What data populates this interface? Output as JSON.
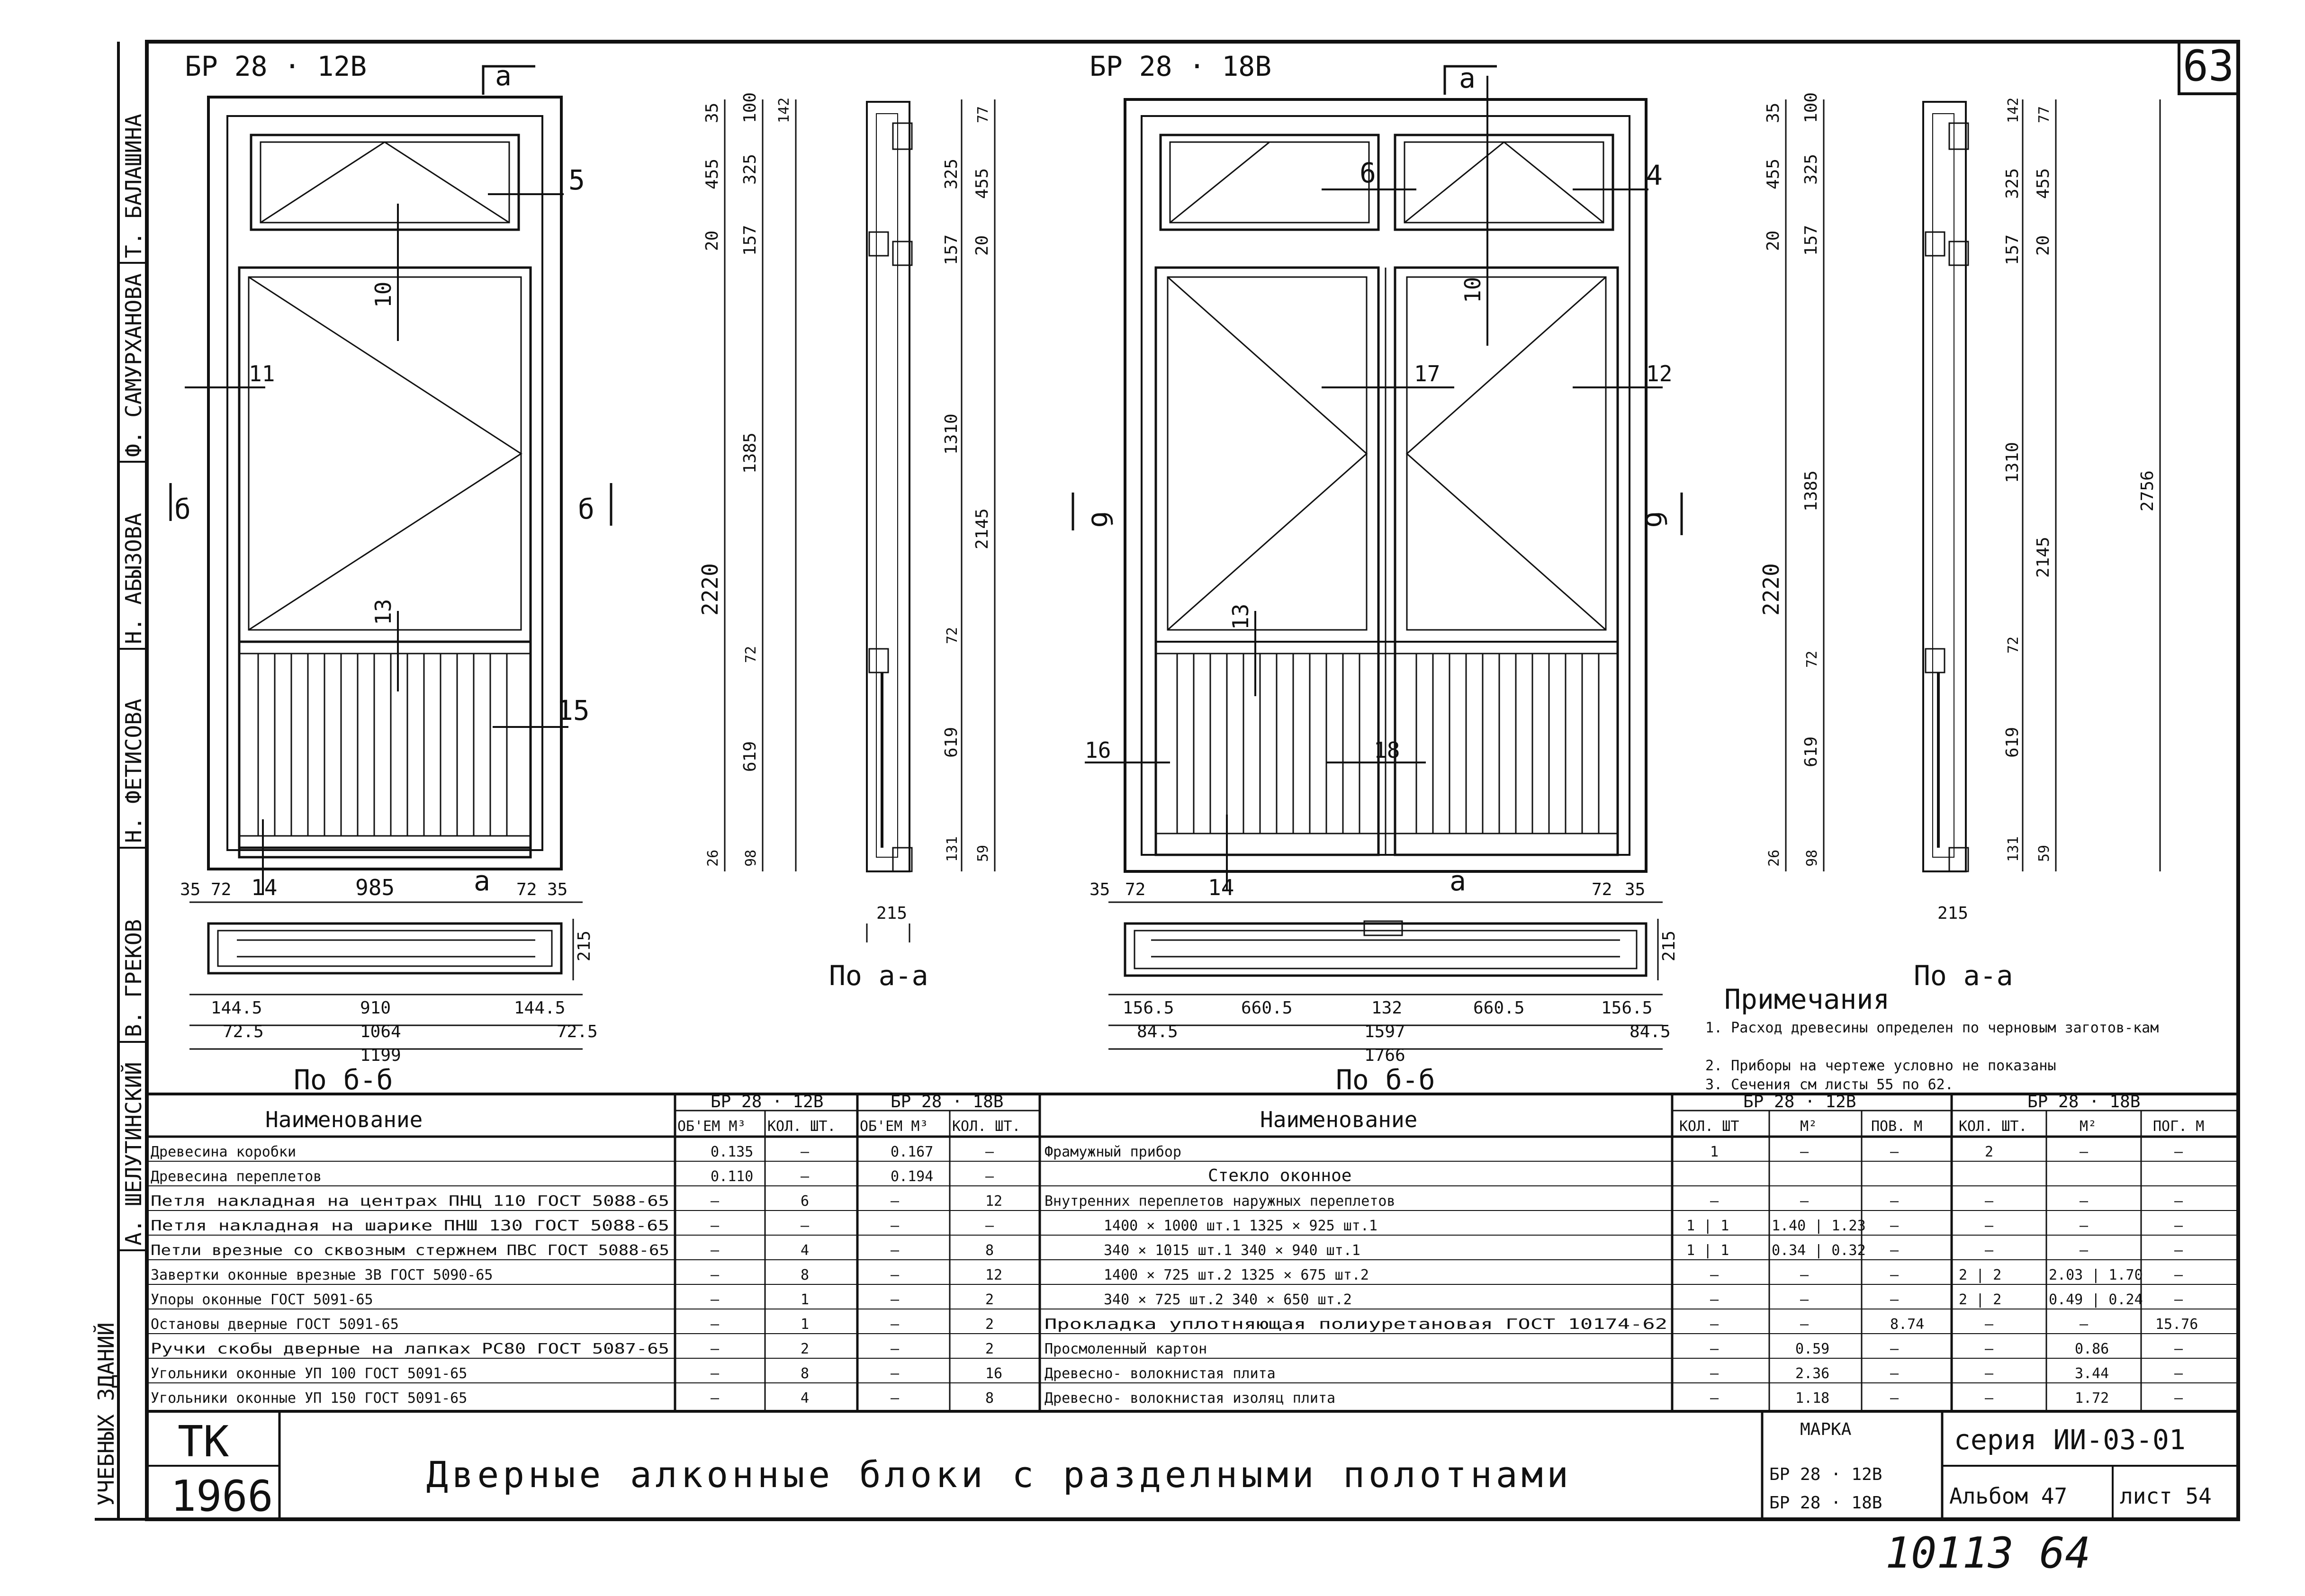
{
  "sheet": {
    "number": "63",
    "stamp_bottom": "10113 64",
    "title": "Дверные алконные блоки с разделными полотнами",
    "org": "ТК",
    "year": "1966",
    "marka_label": "МАРКА",
    "marka_1": "БР  28 · 12В",
    "marka_2": "БР  28 · 18В",
    "series": "серия ИИ-03-01",
    "album": "Альбом 47",
    "list": "лист 54",
    "side_names": [
      "Т. БАЛАШИНА",
      "Ф. САМУРХАНОВА",
      "Н. АБЫЗОВА",
      "Н. ФЕТИСОВА",
      "В. ГРЕКОВ",
      "А. ШЕЛУТИНСКИЙ",
      "УЧЕБНЫХ ЗДАНИЙ"
    ]
  },
  "drawings": {
    "left_mark": "БР  28 · 12В",
    "right_mark": "БР  28 · 18В",
    "sec_a": "а",
    "sec_b": "б",
    "caption_aa_left": "По а-а",
    "caption_aa_right": "По а-а",
    "caption_bb_left": "По б-б",
    "caption_bb_right": "По б-б",
    "left_callouts": [
      "5",
      "10",
      "11",
      "13",
      "15",
      "14"
    ],
    "right_callouts": [
      "6",
      "4",
      "10",
      "17",
      "12",
      "13",
      "16",
      "18",
      "14"
    ],
    "left_plan_dims": [
      "35",
      "72",
      "985",
      "72",
      "35",
      "144.5",
      "910",
      "144.5",
      "72.5",
      "1064",
      "72.5",
      "1199",
      "215"
    ],
    "right_plan_dims": [
      "35",
      "72",
      "72",
      "35",
      "156.5",
      "660.5",
      "132",
      "660.5",
      "156.5",
      "84.5",
      "1597",
      "84.5",
      "1766",
      "215"
    ],
    "left_vert_dims": [
      "35",
      "455",
      "100",
      "325",
      "142",
      "20",
      "157",
      "1385",
      "2220",
      "72",
      "619",
      "26",
      "98"
    ],
    "left_section_dims": [
      "77",
      "325",
      "455",
      "157",
      "20",
      "1310",
      "2145",
      "72",
      "619",
      "131",
      "59",
      "215"
    ],
    "right_vert_dims": [
      "35",
      "455",
      "100",
      "325",
      "20",
      "157",
      "1385",
      "2220",
      "72",
      "619",
      "26",
      "98"
    ],
    "right_section_dims": [
      "142",
      "77",
      "325",
      "455",
      "157",
      "20",
      "1310",
      "2145",
      "2756",
      "72",
      "619",
      "131",
      "59",
      "215"
    ]
  },
  "notes": {
    "heading": "Примечания",
    "items": [
      "1. Расход древесины определен по черновым заготов-кам",
      "2. Приборы на чертеже условно не показаны",
      "3. Сечения см листы 55 по 62."
    ]
  },
  "table_left": {
    "header_name": "Наименование",
    "group_1": "БР 28 · 12В",
    "group_2": "БР 28 · 18В",
    "col_vol": "ОБ'ЕМ М³",
    "col_qty": "КОЛ. ШТ.",
    "rows": [
      [
        "Древесина коробки",
        "0.135",
        "—",
        "0.167",
        "—"
      ],
      [
        "Древесина переплетов",
        "0.110",
        "—",
        "0.194",
        "—"
      ],
      [
        "Петля накладная на центрах  ПНЦ 110 ГОСТ 5088-65",
        "—",
        "6",
        "—",
        "12"
      ],
      [
        "Петля накладная на шарике  ПНШ 130 ГОСТ 5088-65",
        "—",
        "—",
        "—",
        "—"
      ],
      [
        "Петли врезные со сквозным стержнем ПВС ГОСТ 5088-65",
        "—",
        "4",
        "—",
        "8"
      ],
      [
        "Завертки оконные врезные ЗВ ГОСТ 5090-65",
        "—",
        "8",
        "—",
        "12"
      ],
      [
        "Упоры оконные        ГОСТ 5091-65",
        "—",
        "1",
        "—",
        "2"
      ],
      [
        "Остановы дверные     ГОСТ 5091-65",
        "—",
        "1",
        "—",
        "2"
      ],
      [
        "Ручки скобы дверные на лапках РС80 ГОСТ 5087-65",
        "—",
        "2",
        "—",
        "2"
      ],
      [
        "Угольники оконные  УП 100  ГОСТ 5091-65",
        "—",
        "8",
        "—",
        "16"
      ],
      [
        "Угольники оконные  УП 150  ГОСТ 5091-65",
        "—",
        "4",
        "—",
        "8"
      ]
    ]
  },
  "table_right": {
    "header_name": "Наименование",
    "group_1": "БР 28 · 12В",
    "group_2": "БР 28 · 18В",
    "cols": [
      "КОЛ. ШТ",
      "М²",
      "ПОВ. М",
      "КОЛ. ШТ.",
      "М²",
      "ПОГ. М"
    ],
    "rows": [
      [
        "Фрамужный прибор",
        "1",
        "—",
        "—",
        "2",
        "—",
        "—"
      ],
      [
        "Стекло оконное",
        "",
        "",
        "",
        "",
        "",
        ""
      ],
      [
        "Внутренних переплетов  наружных переплетов",
        "—",
        "—",
        "—",
        "—",
        "—",
        "—"
      ],
      [
        "1400 × 1000  шт.1       1325 × 925  шт.1",
        "1 | 1",
        "1.40 | 1.23",
        "—",
        "—",
        "—",
        "—"
      ],
      [
        "340 × 1015  шт.1        340 × 940  шт.1",
        "1 | 1",
        "0.34 | 0.32",
        "—",
        "—",
        "—",
        "—"
      ],
      [
        "1400 × 725  шт.2        1325 × 675  шт.2",
        "—",
        "—",
        "—",
        "2 | 2",
        "2.03 | 1.70",
        "—"
      ],
      [
        "340 × 725  шт.2         340 × 650  шт.2",
        "—",
        "—",
        "—",
        "2 | 2",
        "0.49 | 0.24",
        "—"
      ],
      [
        "Прокладка уплотняющая полиуретановая ГОСТ 10174-62",
        "—",
        "—",
        "8.74",
        "—",
        "—",
        "15.76"
      ],
      [
        "Просмоленный картон",
        "—",
        "0.59",
        "—",
        "—",
        "0.86",
        "—"
      ],
      [
        "Древесно- волокнистая  плита",
        "—",
        "2.36",
        "—",
        "—",
        "3.44",
        "—"
      ],
      [
        "Древесно- волокнистая  изоляц плита",
        "—",
        "1.18",
        "—",
        "—",
        "1.72",
        "—"
      ]
    ]
  }
}
